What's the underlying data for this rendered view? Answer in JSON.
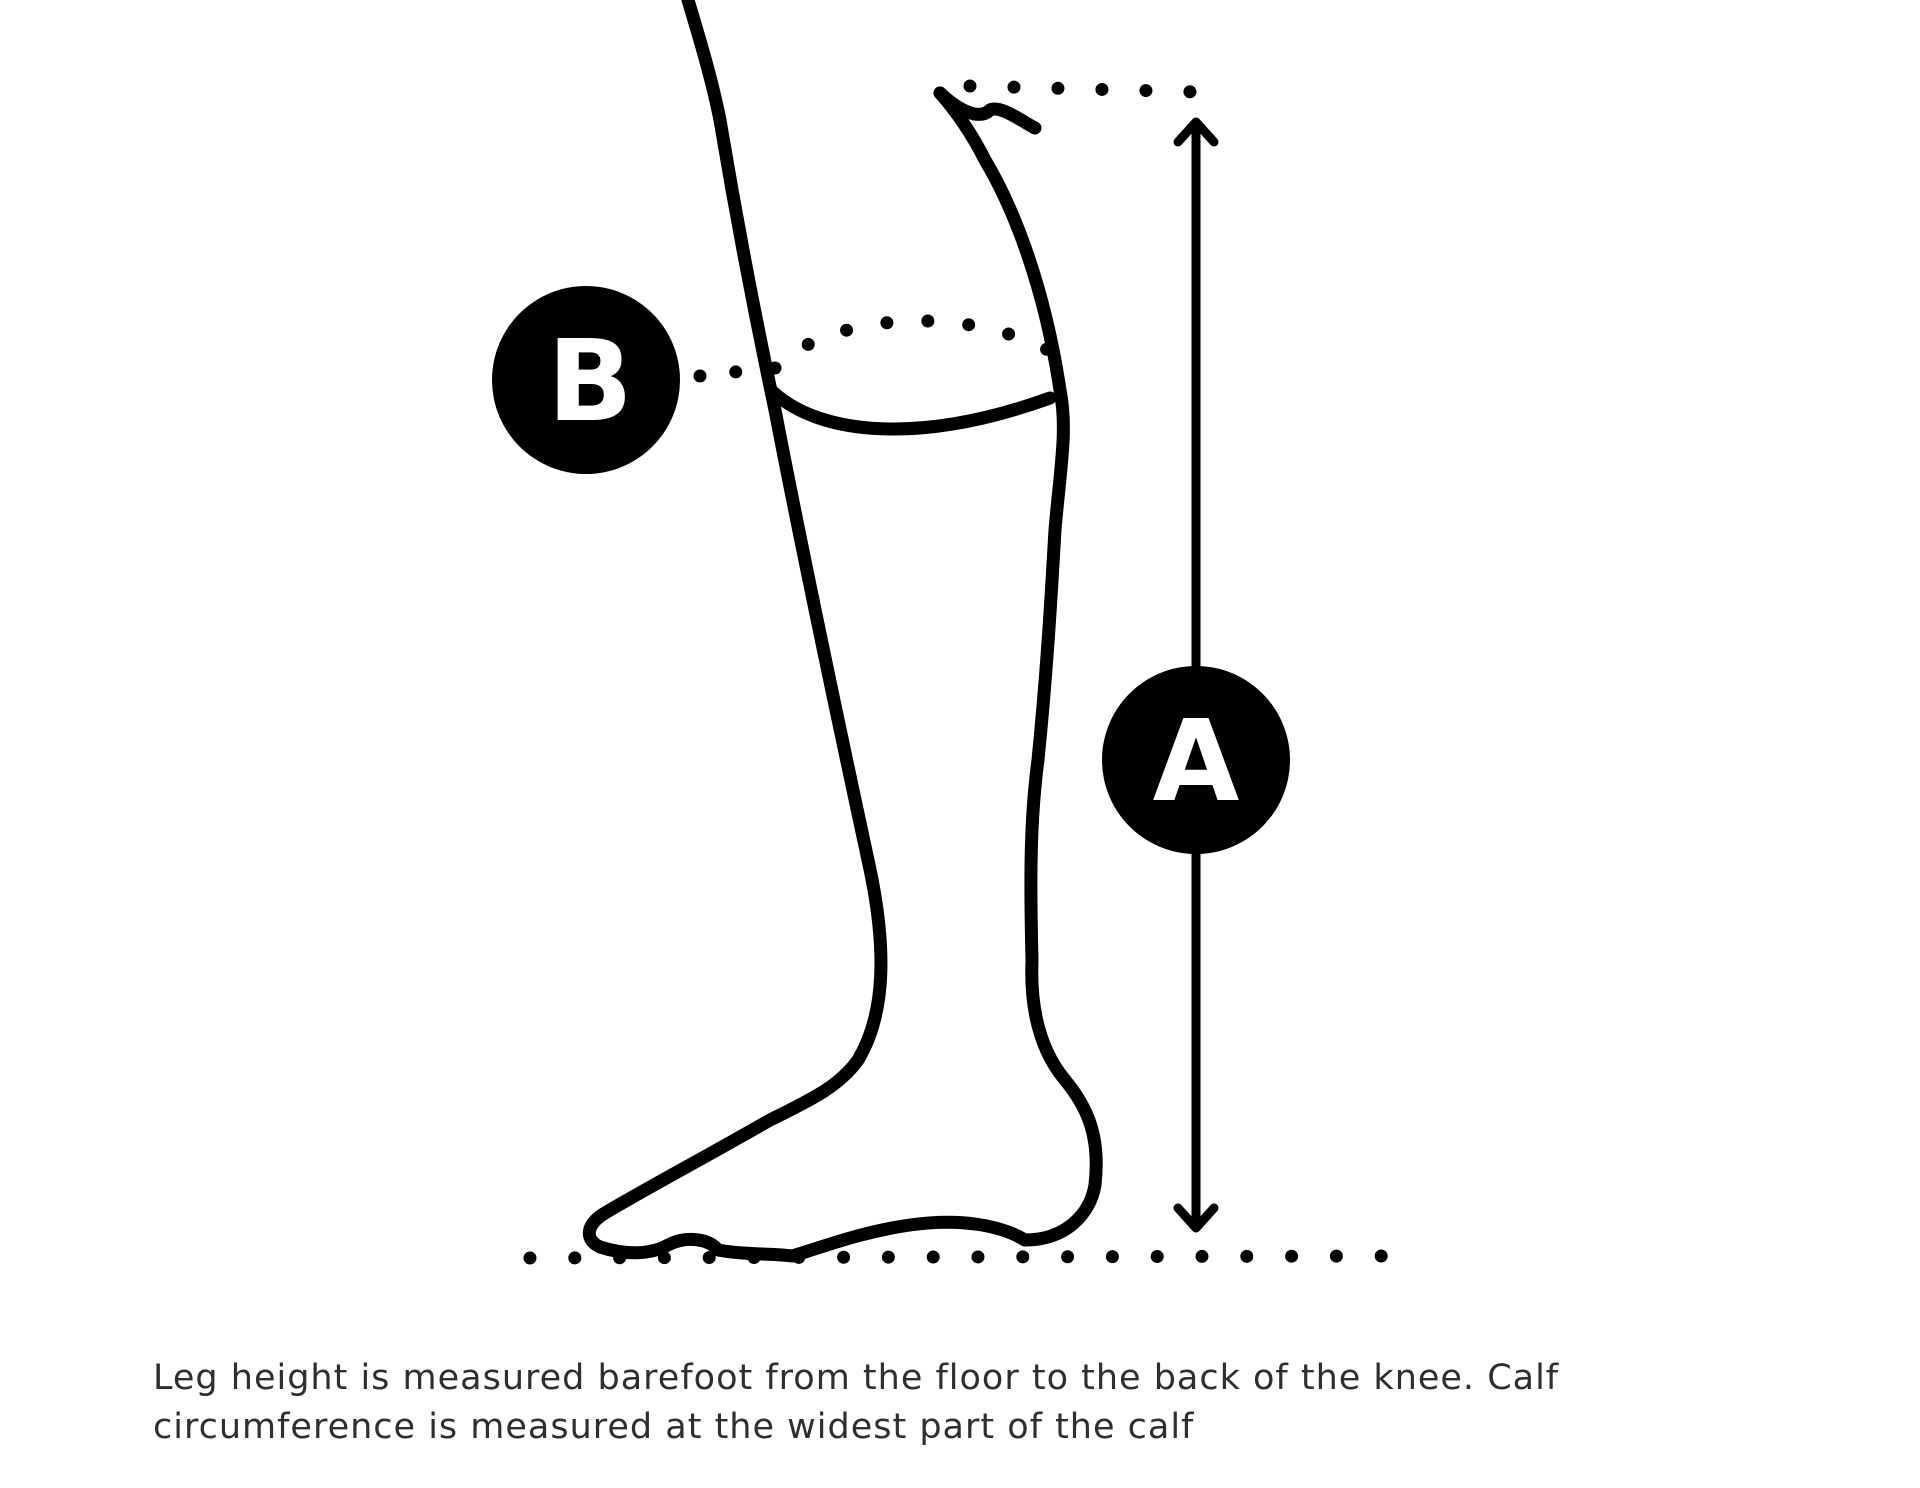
{
  "markers": {
    "height": "A",
    "calf": "B"
  },
  "caption": "Leg height is measured barefoot from the floor to the back of the knee. Calf circumference is measured at the widest part of the calf",
  "colors": {
    "ink": "#000000",
    "caption_text": "#2f2f2f",
    "background": "#ffffff"
  }
}
